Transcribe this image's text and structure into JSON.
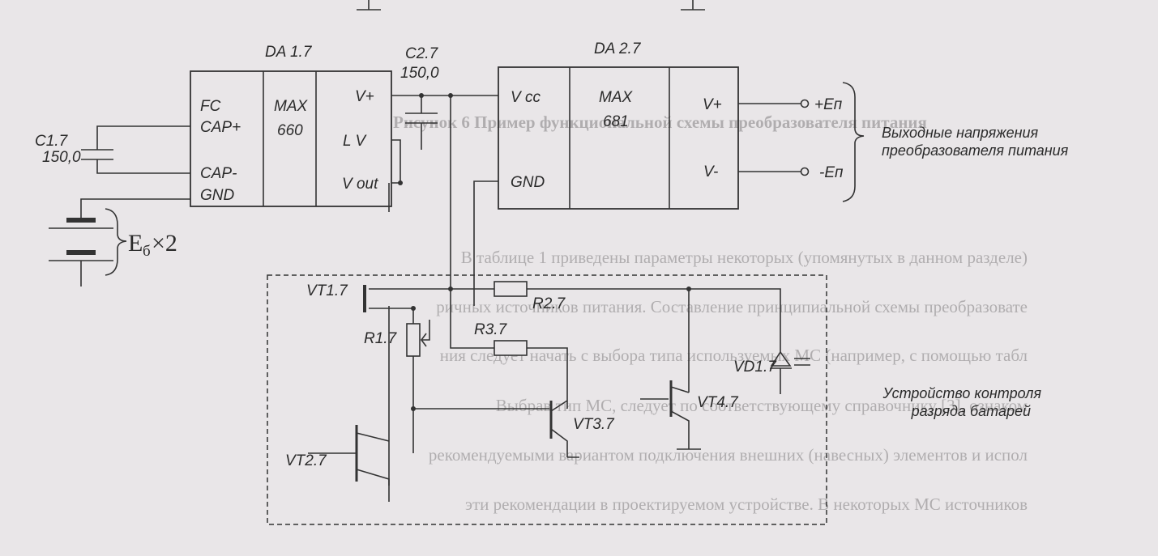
{
  "background_text": {
    "heading": "Рисунок 6  Пример функциональной схемы преобразователя питания",
    "lines": [
      "В таблице 1 приведены параметры некоторых (упомянутых в данном разделе)",
      "ричных источников питания. Составление принципиальной схемы преобразовате",
      "ния следует начать с выбора типа используемых МС (например, с помощью табл",
      "Выбрав тип МС, следует по соответствующему справочнику [3], ознаком",
      "рекомендуемыми вариантом подключения внешних (навесных) элементов и испол",
      "эти рекомендации в проектируемом устройстве. В некоторых МС источников"
    ]
  },
  "components": {
    "da1": {
      "ref": "DA 1.7",
      "part": [
        "MAX",
        "660"
      ],
      "pins_left": [
        "FC",
        "CAP+",
        "CAP-",
        "GND"
      ],
      "pins_right": [
        "V+",
        "L V",
        "V out"
      ]
    },
    "da2": {
      "ref": "DA 2.7",
      "part": [
        "MAX",
        "681"
      ],
      "pins_left": [
        "V cc",
        "GND"
      ],
      "pins_right": [
        "V+",
        "V-"
      ]
    },
    "c1": {
      "ref": "C1.7",
      "value": "150,0"
    },
    "c2": {
      "ref": "C2.7",
      "value": "150,0"
    },
    "battery": {
      "label": "E",
      "sub": "б",
      "suffix": "×2"
    },
    "vt1": "VT1.7",
    "vt2": "VT2.7",
    "vt3": "VT3.7",
    "vt4": "VT4.7",
    "r1": "R1.7",
    "r2": "R2.7",
    "r3": "R3.7",
    "vd1": "VD1.7"
  },
  "outputs": {
    "pos": "+Еп",
    "neg": "-Еп",
    "caption": [
      "Выходные напряжения",
      "преобразователя питания"
    ]
  },
  "monitor_caption": [
    "Устройство контроля",
    "разряда  батарей"
  ]
}
